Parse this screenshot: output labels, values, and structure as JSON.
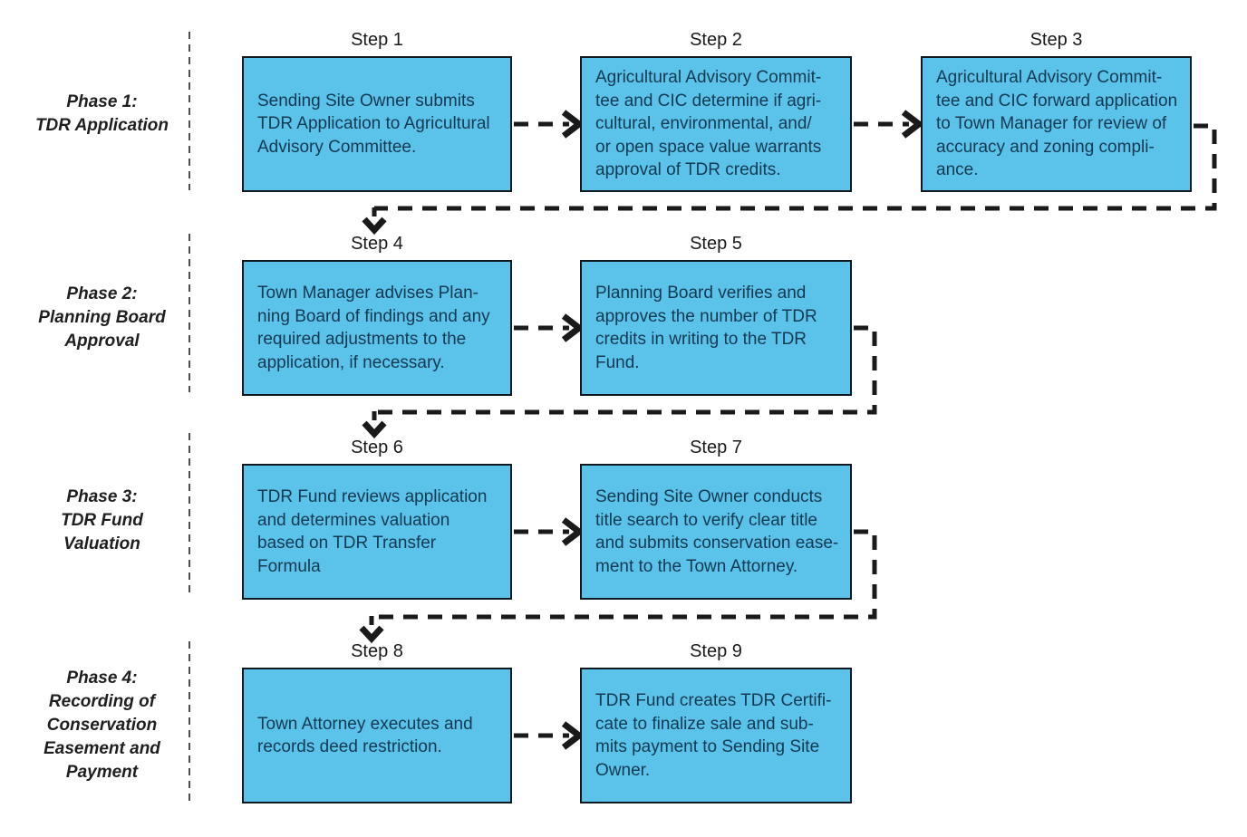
{
  "flowchart": {
    "phases": [
      {
        "label": "Phase 1:\nTDR Application"
      },
      {
        "label": "Phase 2:\nPlanning Board\nApproval"
      },
      {
        "label": "Phase 3:\nTDR Fund\nValuation"
      },
      {
        "label": "Phase 4:\nRecording of\nConservation\nEasement and\nPayment"
      }
    ],
    "steps": [
      {
        "label": "Step 1",
        "text": "Sending Site Owner submits\nTDR Application to Agricultural\nAdvisory Committee."
      },
      {
        "label": "Step 2",
        "text": "Agricultural Advisory Commit-\ntee and CIC determine if agri-\ncultural, environmental, and/\nor open space value warrants\napproval of TDR credits."
      },
      {
        "label": "Step 3",
        "text": "Agricultural Advisory Commit-\ntee and CIC forward application\nto Town Manager for review of\naccuracy and zoning compli-\nance."
      },
      {
        "label": "Step 4",
        "text": "Town Manager advises Plan-\nning Board of findings and any\nrequired adjustments to the\napplication, if necessary."
      },
      {
        "label": "Step 5",
        "text": "Planning Board verifies and\napproves the number of TDR\ncredits in writing to the TDR\nFund."
      },
      {
        "label": "Step 6",
        "text": "TDR Fund reviews application\nand determines valuation\nbased on TDR Transfer Formula"
      },
      {
        "label": "Step 7",
        "text": "Sending Site Owner conducts\ntitle search to verify clear title\nand submits conservation ease-\nment to the Town Attorney."
      },
      {
        "label": "Step 8",
        "text": "Town Attorney executes and\nrecords deed restriction."
      },
      {
        "label": "Step 9",
        "text": "TDR Fund creates TDR Certifi-\ncate to finalize sale and sub-\nmits payment to Sending Site\nOwner."
      }
    ],
    "colors": {
      "box_fill": "#5bc2ea",
      "box_border": "#101820",
      "box_text": "#143a52",
      "connector": "#1a1a1a",
      "phase_divider": "#4d4d4d",
      "label_text": "#1a1a1a",
      "background": "#ffffff"
    }
  }
}
